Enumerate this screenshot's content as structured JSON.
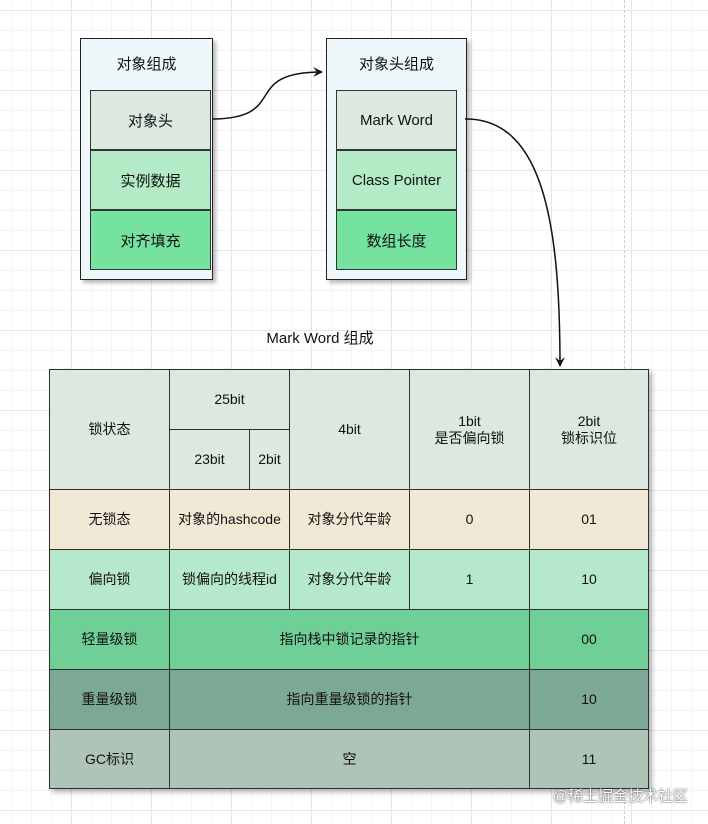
{
  "object_layout": {
    "title": "对象组成",
    "items": [
      "对象头",
      "实例数据",
      "对齐填充"
    ]
  },
  "header_layout": {
    "title": "对象头组成",
    "items": [
      "Mark Word",
      "Class Pointer",
      "数组长度"
    ]
  },
  "mark_word": {
    "title": "Mark Word 组成",
    "header": {
      "state": "锁状态",
      "bits25": "25bit",
      "bits23": "23bit",
      "bits2": "2bit",
      "bits4": "4bit",
      "biased_flag": "1bit\n是否偏向锁",
      "lock_flag": "2bit\n锁标识位"
    },
    "rows": [
      {
        "state": "无锁态",
        "c1": "对象的hashcode",
        "c2": "对象分代年龄",
        "c3": "0",
        "flag": "01"
      },
      {
        "state": "偏向锁",
        "c1": "锁偏向的线程id",
        "c2": "对象分代年龄",
        "c3": "1",
        "flag": "10"
      },
      {
        "state": "轻量级锁",
        "span": "指向栈中锁记录的指针",
        "flag": "00"
      },
      {
        "state": "重量级锁",
        "span": "指向重量级锁的指针",
        "flag": "10"
      },
      {
        "state": "GC标识",
        "span": "空",
        "flag": "11"
      }
    ]
  },
  "watermark": "@稀土掘金技术社区",
  "colors": {
    "box_bg": "#eef8fb",
    "cell_light": "#dbe9e1",
    "cell_mid": "#b3ebc6",
    "cell_bright": "#75e39f",
    "row_unlocked": "#f2e8d6",
    "row_biased": "#b6e8cb",
    "row_light": "#6fcf97",
    "row_heavy": "#7ea896",
    "row_gc": "#aec4b7"
  }
}
